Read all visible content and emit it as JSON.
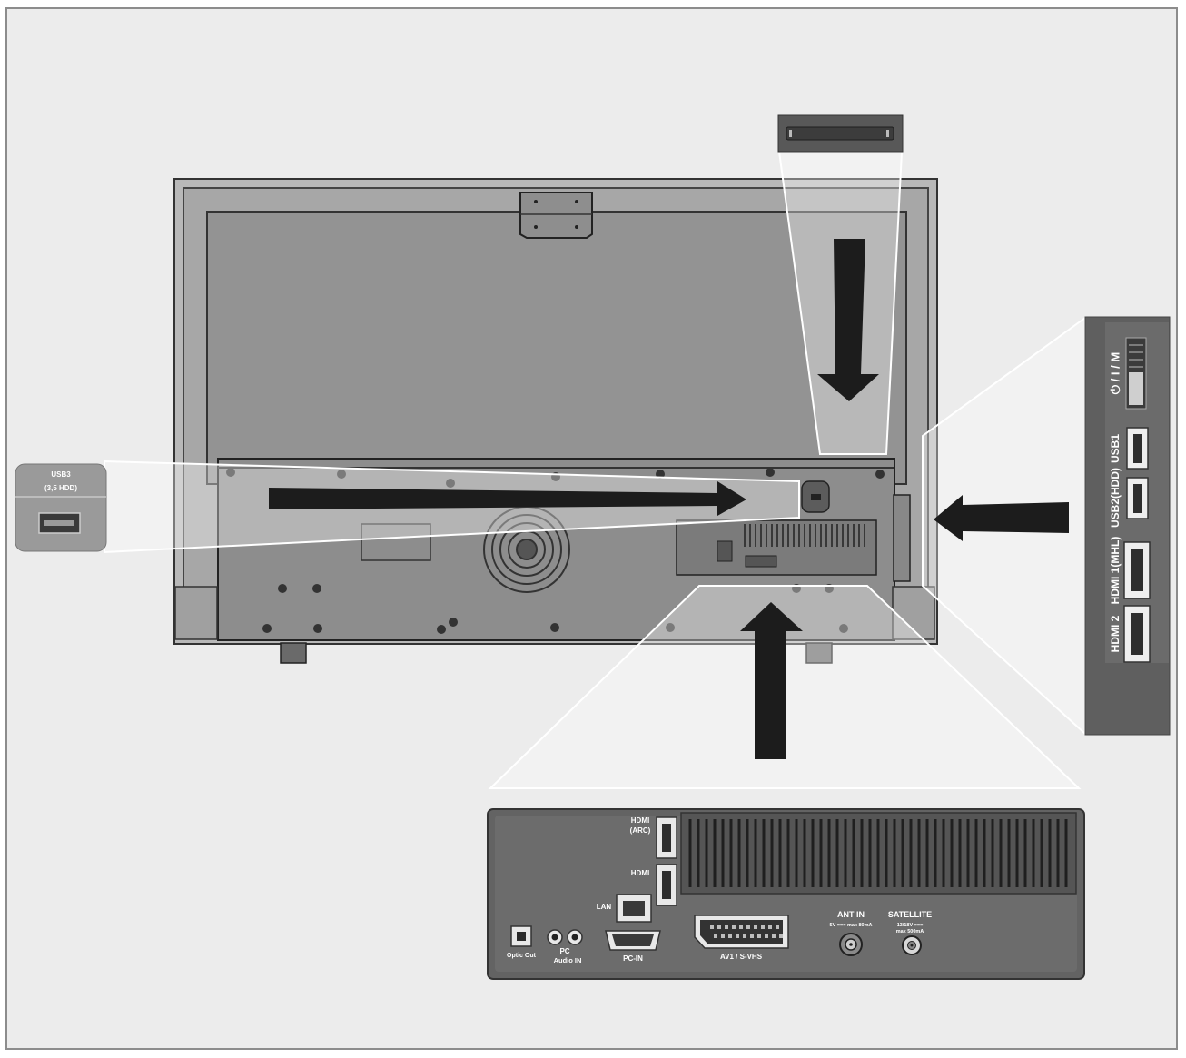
{
  "left_callout": {
    "title_line1": "USB3",
    "title_line2": "(3,5 HDD)"
  },
  "side_panel": {
    "power_label": "⏻ / I / M",
    "usb1": "USB1",
    "usb2": "USB2(HDD)",
    "hdmi1": "HDMI 1(MHL)",
    "hdmi2": "HDMI 2"
  },
  "bottom_panel": {
    "hdmi_arc_line1": "HDMI",
    "hdmi_arc_line2": "(ARC)",
    "hdmi": "HDMI",
    "lan": "LAN",
    "optic_out": "Optic Out",
    "pc_audio_line1": "PC",
    "pc_audio_line2": "Audio IN",
    "pc_in": "PC-IN",
    "av_vhs": "AV1 / S-VHS",
    "ant_in": "ANT IN",
    "ant_sub": "5V === max 80mA",
    "satellite": "SATELLITE",
    "sat_sub_line1": "13/18V ===",
    "sat_sub_line2": "max 500mA"
  },
  "colors": {
    "background": "#ececec",
    "tv_body": "#9a9a9a",
    "tv_frame": "#b4b4b4",
    "panel_dark": "#5f5f5f",
    "panel_face": "#6a6a6a",
    "arrow": "#1c1c1c",
    "highlight": "#ffffff"
  }
}
